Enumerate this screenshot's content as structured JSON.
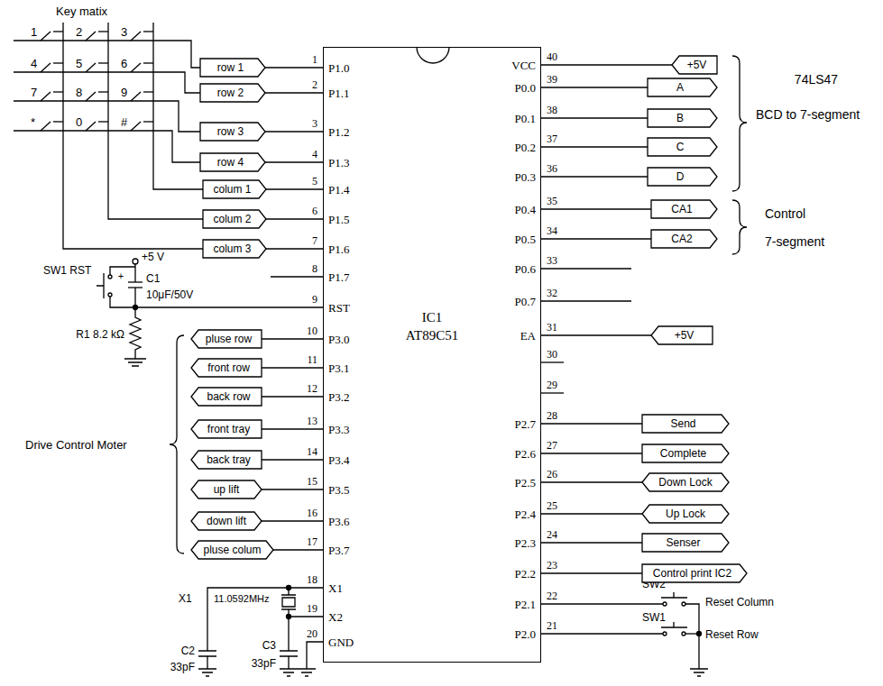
{
  "diagram": {
    "nodes": [
      {
        "text": [
          "IC1",
          "AT89C51"
        ]
      },
      {
        "text": [
          "row 1"
        ]
      },
      {
        "text": [
          "row 2"
        ]
      },
      {
        "text": [
          "row 3"
        ]
      },
      {
        "text": [
          "row 4"
        ]
      },
      {
        "text": [
          "colum 1"
        ]
      },
      {
        "text": [
          "colum 2"
        ]
      },
      {
        "text": [
          "colum 3"
        ]
      },
      {
        "text": [
          "+5V"
        ]
      },
      {
        "text": [
          "A"
        ]
      },
      {
        "text": [
          "B"
        ]
      },
      {
        "text": [
          "C"
        ]
      },
      {
        "text": [
          "D"
        ]
      },
      {
        "text": [
          "CA1"
        ]
      },
      {
        "text": [
          "CA2"
        ]
      },
      {
        "text": [
          "+5V"
        ]
      },
      {
        "text": [
          "pluse row"
        ]
      },
      {
        "text": [
          "front row"
        ]
      },
      {
        "text": [
          "back row"
        ]
      },
      {
        "text": [
          "front tray"
        ]
      },
      {
        "text": [
          "back tray"
        ]
      },
      {
        "text": [
          "up lift"
        ]
      },
      {
        "text": [
          "down lift"
        ]
      },
      {
        "text": [
          "pluse colum"
        ]
      },
      {
        "text": [
          "Send"
        ]
      },
      {
        "text": [
          "Complete"
        ]
      },
      {
        "text": [
          "Down Lock"
        ]
      },
      {
        "text": [
          "Up Lock"
        ]
      },
      {
        "text": [
          "Senser"
        ]
      },
      {
        "text": [
          "Control print IC2"
        ]
      }
    ],
    "edges": [
      {
        "from": 1,
        "to": 0,
        "arrow": "none"
      },
      {
        "from": 2,
        "to": 0,
        "arrow": "none"
      },
      {
        "from": 3,
        "to": 0,
        "arrow": "none"
      },
      {
        "from": 4,
        "to": 0,
        "arrow": "none"
      },
      {
        "from": 5,
        "to": 0,
        "arrow": "none"
      },
      {
        "from": 6,
        "to": 0,
        "arrow": "none"
      },
      {
        "from": 7,
        "to": 0,
        "arrow": "none"
      },
      {
        "from": 8,
        "to": 0,
        "arrow": "none"
      },
      {
        "from": 9,
        "to": 0,
        "arrow": "none"
      },
      {
        "from": 10,
        "to": 0,
        "arrow": "none"
      },
      {
        "from": 11,
        "to": 0,
        "arrow": "none"
      },
      {
        "from": 12,
        "to": 0,
        "arrow": "none"
      },
      {
        "from": 13,
        "to": 0,
        "arrow": "none"
      },
      {
        "from": 14,
        "to": 0,
        "arrow": "none"
      },
      {
        "from": 15,
        "to": 0,
        "arrow": "none"
      },
      {
        "from": 16,
        "to": 0,
        "arrow": "none"
      },
      {
        "from": 17,
        "to": 0,
        "arrow": "none"
      },
      {
        "from": 18,
        "to": 0,
        "arrow": "none"
      },
      {
        "from": 19,
        "to": 0,
        "arrow": "none"
      },
      {
        "from": 20,
        "to": 0,
        "arrow": "none"
      },
      {
        "from": 21,
        "to": 0,
        "arrow": "none"
      },
      {
        "from": 22,
        "to": 0,
        "arrow": "none"
      },
      {
        "from": 23,
        "to": 0,
        "arrow": "none"
      },
      {
        "from": 24,
        "to": 0,
        "arrow": "none"
      },
      {
        "from": 25,
        "to": 0,
        "arrow": "none"
      },
      {
        "from": 26,
        "to": 0,
        "arrow": "none"
      },
      {
        "from": 27,
        "to": 0,
        "arrow": "none"
      },
      {
        "from": 28,
        "to": 0,
        "arrow": "none"
      },
      {
        "from": 29,
        "to": 0,
        "arrow": "none"
      }
    ],
    "labels": [
      "Key matix",
      "1",
      "2",
      "3",
      "4",
      "5",
      "6",
      "7",
      "8",
      "9",
      "*",
      "0",
      "#",
      "1",
      "P1.0",
      "2",
      "P1.1",
      "3",
      "P1.2",
      "4",
      "P1.3",
      "5",
      "P1.4",
      "6",
      "P1.5",
      "7",
      "P1.6",
      "8",
      "P1.7",
      "9",
      "RST",
      "10",
      "P3.0",
      "11",
      "P3.1",
      "12",
      "P3.2",
      "13",
      "P3.3",
      "14",
      "P3.4",
      "15",
      "P3.5",
      "16",
      "P3.6",
      "17",
      "P3.7",
      "18",
      "X1",
      "19",
      "X2",
      "20",
      "GND",
      "40",
      "VCC",
      "39",
      "P0.0",
      "38",
      "P0.1",
      "37",
      "P0.2",
      "36",
      "P0.3",
      "35",
      "P0.4",
      "34",
      "P0.5",
      "33",
      "P0.6",
      "32",
      "P0.7",
      "31",
      "EA",
      "30",
      "29",
      "28",
      "P2.7",
      "27",
      "P2.6",
      "26",
      "P2.5",
      "25",
      "P2.4",
      "24",
      "P2.3",
      "23",
      "P2.2",
      "22",
      "P2.1",
      "21",
      "P2.0",
      "74LS47",
      "BCD to 7-segment",
      "Control",
      "7-segment",
      "Drive Control Moter",
      "SW1 RST",
      "+",
      "+5 V",
      "C1",
      "10μF/50V",
      "R1 8.2 kΩ",
      "X1",
      "11.0592MHz",
      "C2",
      "33pF",
      "C3",
      "33pF",
      "SW2",
      "Reset Column",
      "SW1",
      "Reset Row"
    ]
  }
}
